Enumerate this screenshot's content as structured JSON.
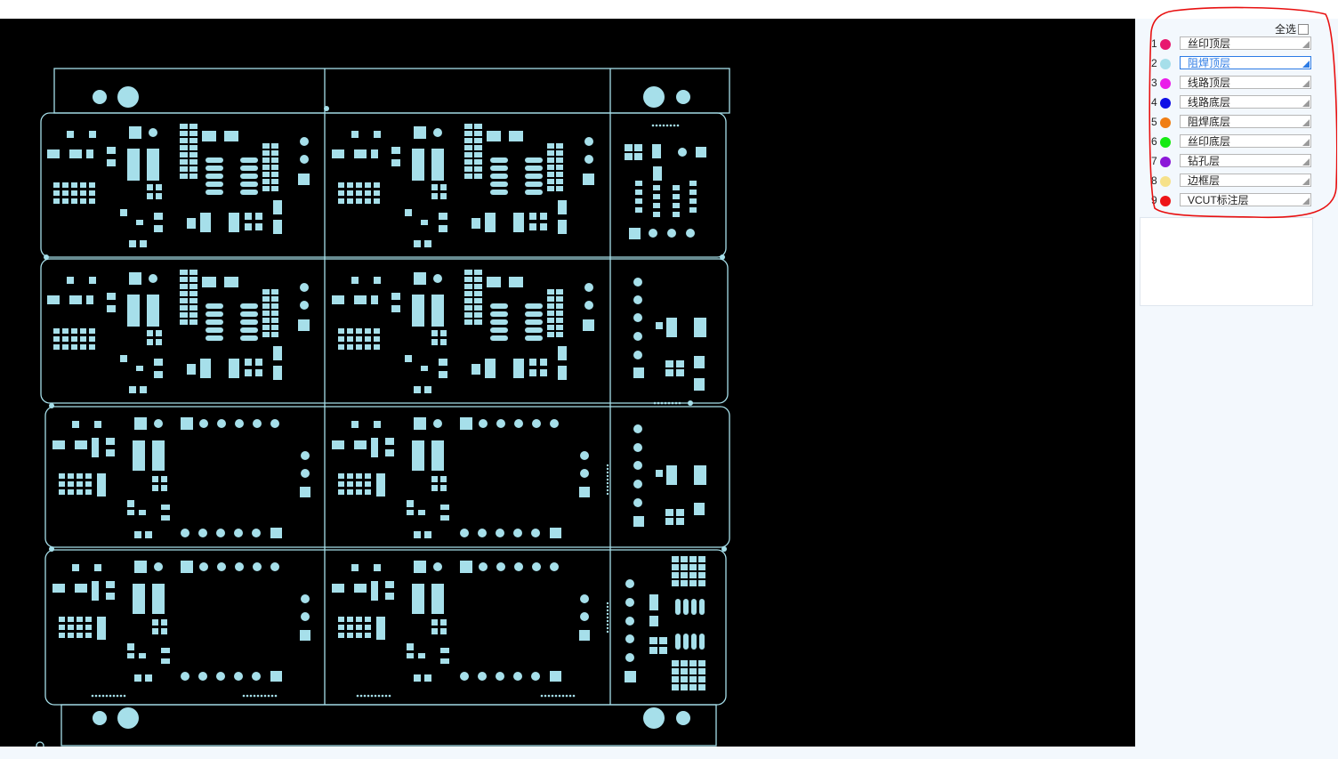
{
  "panel": {
    "select_all_label": "全选",
    "layers": [
      {
        "num": "1",
        "label": "丝印顶层",
        "color": "#e8186f",
        "active": false
      },
      {
        "num": "2",
        "label": "阻焊顶层",
        "color": "#a6dfea",
        "active": true
      },
      {
        "num": "3",
        "label": "线路顶层",
        "color": "#ea1ce9",
        "active": false
      },
      {
        "num": "4",
        "label": "线路底层",
        "color": "#0f0fe6",
        "active": false
      },
      {
        "num": "5",
        "label": "阻焊底层",
        "color": "#f07d14",
        "active": false
      },
      {
        "num": "6",
        "label": "丝印底层",
        "color": "#16ea14",
        "active": false
      },
      {
        "num": "7",
        "label": "钻孔层",
        "color": "#8b18d8",
        "active": false
      },
      {
        "num": "8",
        "label": "边框层",
        "color": "#f6e18a",
        "active": false
      },
      {
        "num": "9",
        "label": "VCUT标注层",
        "color": "#ee1418",
        "active": false
      }
    ]
  },
  "colors": {
    "canvas_bg": "#000000",
    "pcb_stroke": "#a6dfea",
    "annotation": "#e81010"
  }
}
